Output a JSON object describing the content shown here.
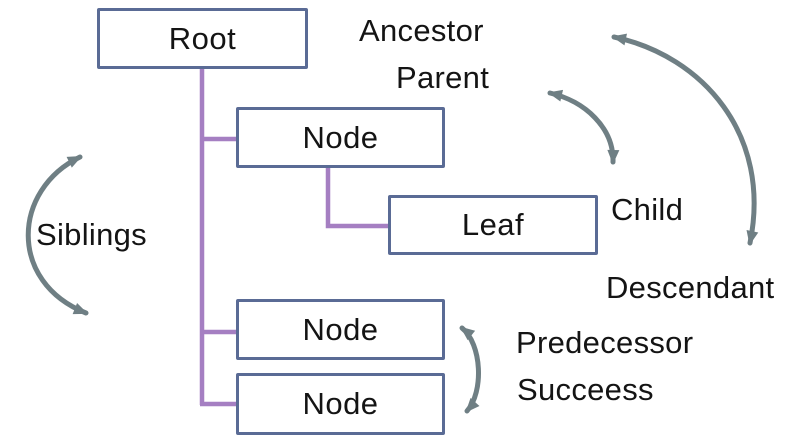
{
  "diagram": {
    "type": "tree-structure-terminology",
    "boxes": [
      {
        "id": "root",
        "label": "Root"
      },
      {
        "id": "node-1",
        "label": "Node"
      },
      {
        "id": "leaf",
        "label": "Leaf"
      },
      {
        "id": "node-2",
        "label": "Node"
      },
      {
        "id": "node-3",
        "label": "Node"
      }
    ],
    "relationship_labels": [
      {
        "id": "ancestor",
        "text": "Ancestor"
      },
      {
        "id": "parent",
        "text": "Parent"
      },
      {
        "id": "child",
        "text": "Child"
      },
      {
        "id": "descendant",
        "text": "Descendant"
      },
      {
        "id": "siblings",
        "text": "Siblings"
      },
      {
        "id": "predecessor",
        "text": "Predecessor"
      },
      {
        "id": "successor",
        "text": "Succeess"
      }
    ],
    "arrows": [
      {
        "icon": "siblings-double-arc-arrow",
        "between": [
          "node-2",
          "node-3"
        ],
        "side": "left"
      },
      {
        "icon": "parent-child-double-arc-arrow",
        "between": [
          "parent",
          "child"
        ],
        "side": "right"
      },
      {
        "icon": "ancestor-descendant-double-arc-arrow",
        "between": [
          "ancestor",
          "descendant"
        ],
        "side": "right"
      },
      {
        "icon": "predecessor-successor-double-arc-arrow",
        "between": [
          "node-2",
          "node-3"
        ],
        "side": "right"
      }
    ],
    "colors": {
      "box_border": "#5a6b95",
      "connector_line": "#a57fc2",
      "arrow": "#6f7f84",
      "text": "#141414",
      "background": "#ffffff"
    }
  }
}
